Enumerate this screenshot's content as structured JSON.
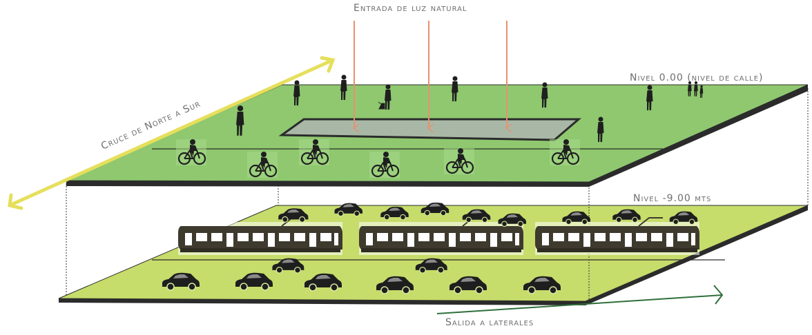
{
  "labels": {
    "entrada_luz": "Entrada de luz natural",
    "nivel_calle": "Nivel 0.00 (nivel de calle)",
    "nivel_menos9": "Nivel -9.00 mts",
    "cruce": "Cruce de Norte a Sur",
    "salida": "Salida a laterales"
  },
  "colors": {
    "upper_slab": "#8fc86f",
    "lower_slab": "#c6dc6b",
    "slab_edge": "#2b2b2b",
    "skylight": "#a9b8a6",
    "light_arrow": "#e89070",
    "cross_arrow": "#e6df5c",
    "exit_arrow": "#2e6f3a",
    "label": "#6e6e6e"
  },
  "icons": {
    "pedestrian": "pedestrian-icon",
    "cyclist": "cyclist-icon",
    "tram": "tram-icon",
    "car": "car-icon",
    "dog": "dog-icon"
  }
}
